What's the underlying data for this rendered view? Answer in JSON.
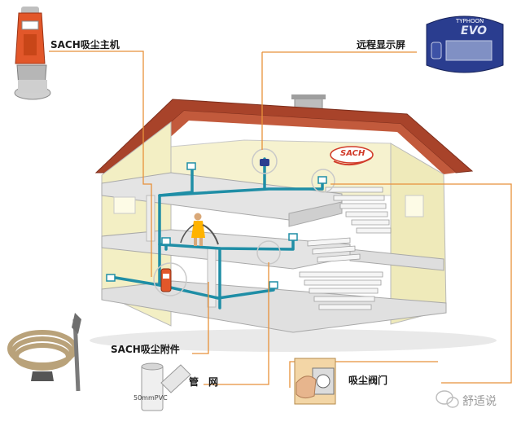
{
  "labels": {
    "main_unit": "SACH吸尘主机",
    "remote_display": "远程显示屏",
    "accessories": "SACH吸尘附件",
    "pipe_network": "管　网",
    "suction_valve": "吸尘阀门"
  },
  "pipe_spec": "50mmPVC",
  "display_brand_top": "TYPHOON",
  "display_brand_main": "EVO",
  "logo_text": "SACH",
  "watermark": "舒适说",
  "colors": {
    "leader_line": "#e8913a",
    "pipe": "#1f8ea6",
    "roof": "#a8432a",
    "wall_fill": "#f3efc4",
    "wall_edge": "#b9b9b9",
    "unit_body": "#e2572a",
    "display_face": "#2a3d8f"
  }
}
